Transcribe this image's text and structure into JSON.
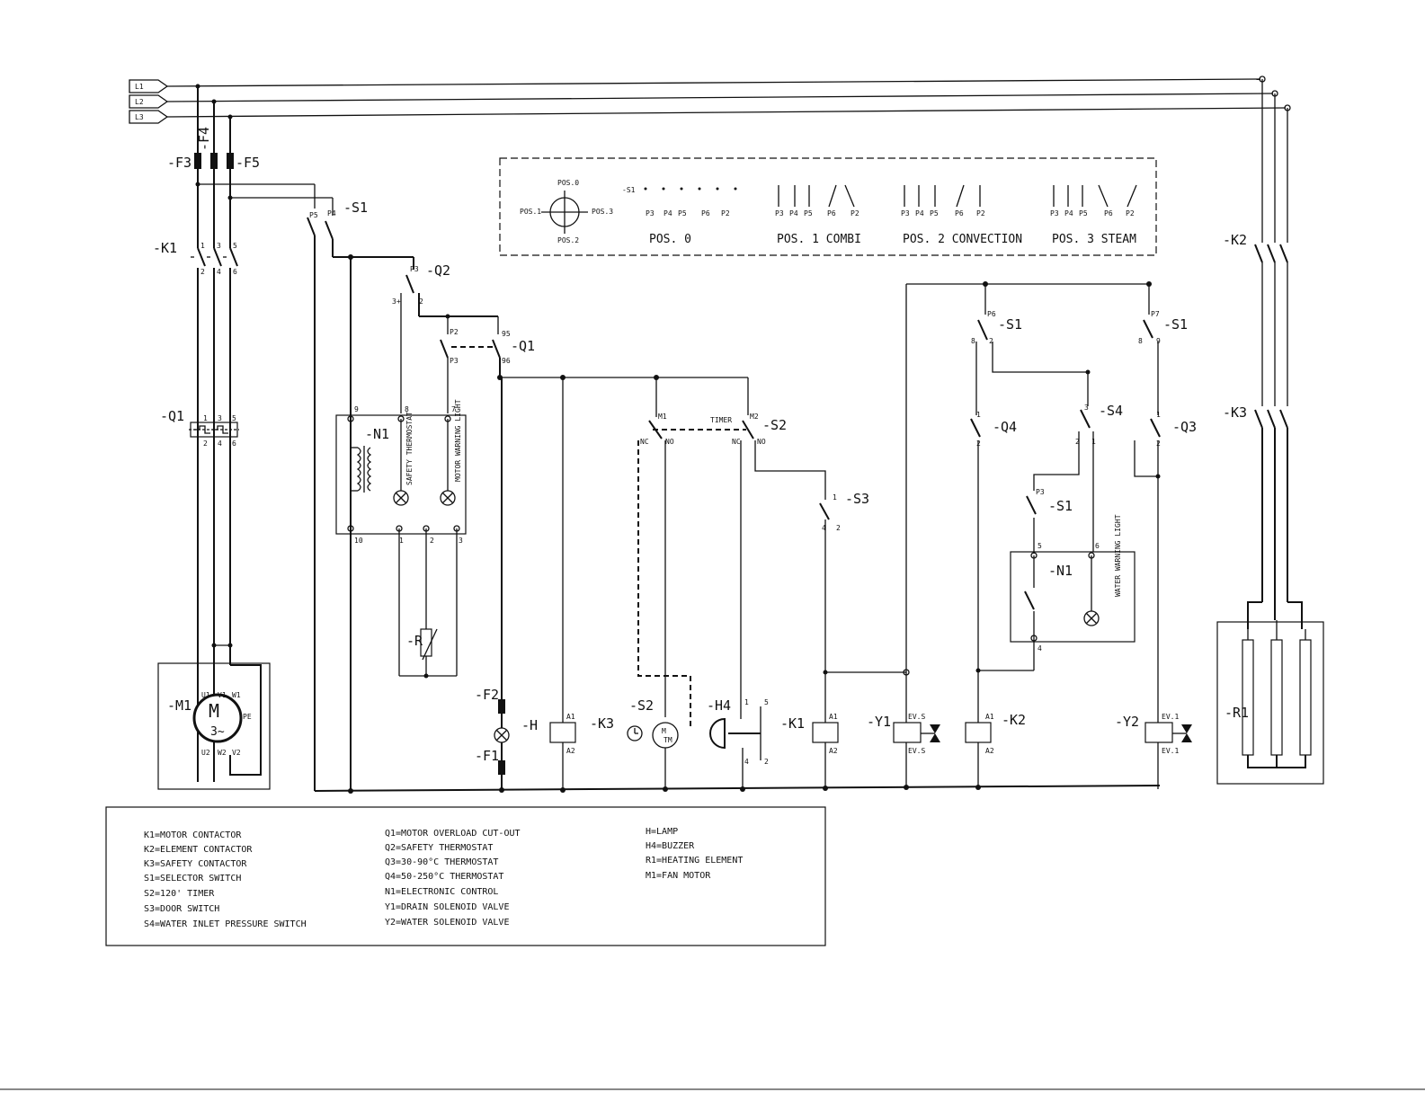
{
  "supply": {
    "phases": [
      "L1",
      "L2",
      "L3"
    ],
    "fuses": [
      "-F3",
      "-F4",
      "-F5"
    ]
  },
  "components": {
    "k1_main": "-K1",
    "q1_main": "-Q1",
    "m1": "-M1",
    "m1_symbol": "M",
    "m1_phase": "3~",
    "m1_terminals": [
      "U1",
      "V1",
      "W1",
      "U2",
      "V2",
      "W2",
      "PE"
    ],
    "s1_top": "-S1",
    "q2": "-Q2",
    "q1_aux": "-Q1",
    "n1_left": "-N1",
    "n1_left_safety": "SAFETY THERMOSTAT",
    "n1_left_motor": "MOTOR WARNING LIGHT",
    "r_sensor": "-R",
    "f2": "-F2",
    "f1": "-F1",
    "h_lamp": "-H",
    "k3_coil": "-K3",
    "s2_timer_motor": "-S2",
    "s2_switch": "-S2",
    "timer_label": "TIMER",
    "h4": "-H4",
    "k1_coil": "-K1",
    "s3": "-S3",
    "y1": "-Y1",
    "k2_coil": "-K2",
    "s1_right_a": "-S1",
    "s1_right_b": "-S1",
    "s1_right_c": "-S1",
    "q4": "-Q4",
    "s4": "-S4",
    "q3": "-Q3",
    "n1_right": "-N1",
    "n1_right_water": "WATER WARNING LIGHT",
    "y2": "-Y2",
    "k2_main": "-K2",
    "k3_main": "-K3",
    "r1": "-R1",
    "coil_a1": "A1",
    "coil_a2": "A2",
    "ev_top": "EV.S",
    "ev_bottom": "EV.S",
    "ev2_top": "EV.1",
    "ev2_bottom": "EV.1"
  },
  "selector": {
    "dial_positions": [
      "POS.0",
      "POS.1",
      "POS.2",
      "POS.3"
    ],
    "s1_prefix": "-S1",
    "contacts": [
      "P3",
      "P4",
      "P5",
      "P6",
      "P2"
    ],
    "positions": [
      "POS. 0",
      "POS. 1 COMBI",
      "POS. 2 CONVECTION",
      "POS. 3 STEAM"
    ]
  },
  "legend": {
    "col1": [
      "K1=MOTOR CONTACTOR",
      "K2=ELEMENT CONTACTOR",
      "K3=SAFETY CONTACTOR",
      "S1=SELECTOR SWITCH",
      "S2=120' TIMER",
      "S3=DOOR SWITCH",
      "S4=WATER INLET PRESSURE SWITCH"
    ],
    "col2": [
      "Q1=MOTOR OVERLOAD CUT-OUT",
      "Q2=SAFETY THERMOSTAT",
      "Q3=30-90°C THERMOSTAT",
      "Q4=50-250°C THERMOSTAT",
      "N1=ELECTRONIC CONTROL",
      "Y1=DRAIN SOLENOID VALVE",
      "Y2=WATER SOLENOID VALVE"
    ],
    "col3": [
      "H=LAMP",
      "H4=BUZZER",
      "R1=HEATING ELEMENT",
      "M1=FAN MOTOR"
    ]
  }
}
